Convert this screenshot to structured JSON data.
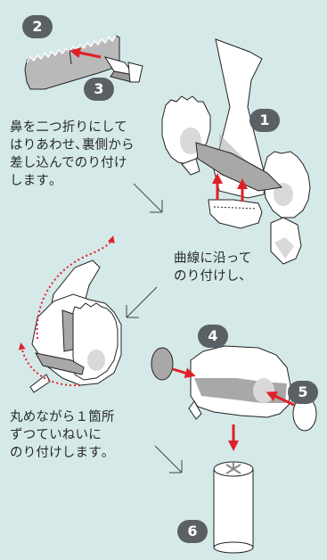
{
  "instructions": {
    "nose": [
      "鼻を二つ折りにして",
      "はりあわせ､裏側から",
      "差し込んでのり付け",
      "します｡"
    ],
    "curve": [
      "曲線に沿って",
      "のり付けし､"
    ],
    "roll": [
      "丸めながら１箇所",
      "ずつていねいに",
      "のり付けします｡"
    ]
  },
  "steps": [
    "1",
    "2",
    "3",
    "4",
    "5",
    "6"
  ],
  "colors": {
    "background": "#d5e9e9",
    "badge": "#5a6064",
    "arrow_red": "#e02028",
    "paper": "#ffffff",
    "shadow_gray": "#a8a8a8",
    "outline": "#222222"
  }
}
